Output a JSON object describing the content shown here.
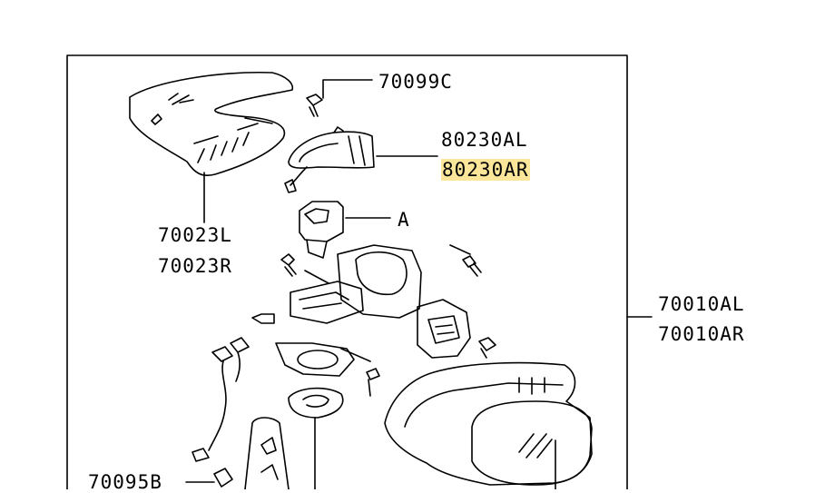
{
  "labels": {
    "p70099c": "70099C",
    "p80230al": "80230AL",
    "p80230ar": "80230AR",
    "a": "A",
    "p70023l": "70023L",
    "p70023r": "70023R",
    "p70010al": "70010AL",
    "p70010ar": "70010AR",
    "p70095b": "70095B"
  },
  "colors": {
    "highlight": "#fbe69a",
    "line": "#000000"
  }
}
